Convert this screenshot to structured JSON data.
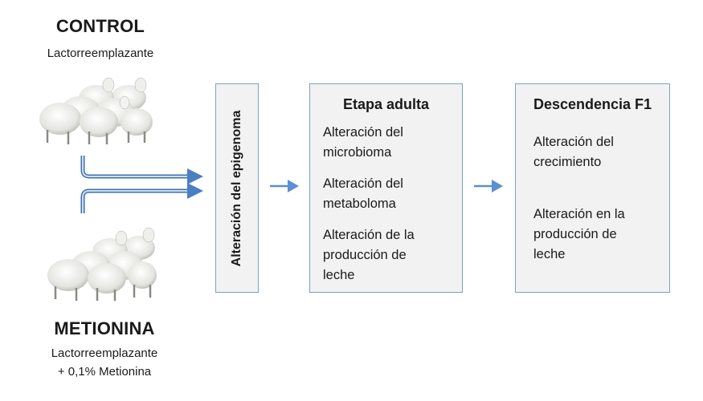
{
  "control": {
    "title": "CONTROL",
    "subtitle": "Lactorreemplazante"
  },
  "metionina": {
    "title": "METIONINA",
    "subtitle_line1": "Lactorreemplazante",
    "subtitle_line2": "+ 0,1% Metionina"
  },
  "epigenome_box": {
    "label": "Alteración del epigenoma"
  },
  "adult_box": {
    "title": "Etapa adulta",
    "items": [
      {
        "line1": "Alteración del",
        "line2": "microbioma"
      },
      {
        "line1": "Alteración del",
        "line2": "metaboloma"
      },
      {
        "line1": "Alteración de la",
        "line2": "producción de",
        "line3": "leche"
      }
    ]
  },
  "offspring_box": {
    "title": "Descendencia F1",
    "items": [
      {
        "line1": "Alteración del",
        "line2": "crecimiento"
      },
      {
        "line1": "Alteración en la",
        "line2": "producción de",
        "line3": "leche"
      }
    ]
  },
  "colors": {
    "box_border": "#7f9fca",
    "box_fill": "#f2f2f2",
    "arrow": "#5b8fd0"
  },
  "icons": [
    "sheep-flock-icon",
    "arrow-right-icon"
  ]
}
